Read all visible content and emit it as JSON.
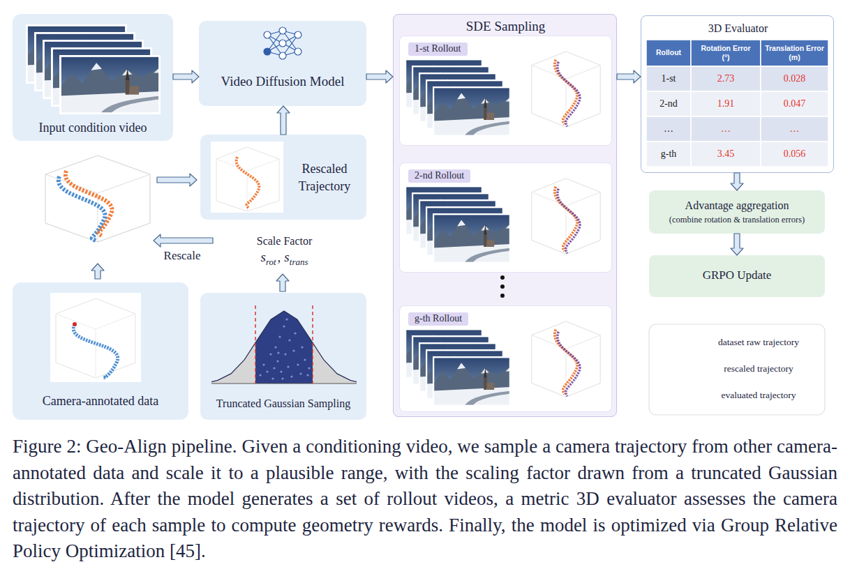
{
  "diagram": {
    "caption": "Figure 2: Geo-Align pipeline. Given a conditioning video, we sample a camera trajectory from other camera-annotated data and scale it to a plausible range, with the scaling factor drawn from a truncated Gaussian distribution. After the model generates a set of rollout videos, a metric 3D evaluator assesses the camera trajectory of each sample to compute geometry rewards. Finally, the model is optimized via Group Relative Policy Optimization [45].",
    "nodes": [
      {
        "text": [
          "Input condition video"
        ]
      },
      {
        "text": [
          "Video Diffusion Model"
        ]
      },
      {
        "text": [
          "Rescaled Trajectory"
        ]
      },
      {
        "text": [
          "Camera-annotated data"
        ]
      },
      {
        "text": [
          "Truncated Gaussian Sampling"
        ]
      },
      {
        "text": [
          "SDE Sampling"
        ]
      },
      {
        "text": [
          "1-st Rollout"
        ],
        "in": 5
      },
      {
        "text": [
          "2-nd Rollout"
        ],
        "in": 5
      },
      {
        "text": [
          "g-th Rollout"
        ],
        "in": 5
      },
      {
        "text": [
          "3D Evaluator"
        ]
      },
      {
        "text": [
          "Advantage aggregation",
          "(combine rotation & translation errors)"
        ]
      },
      {
        "text": [
          "GRPO Update"
        ]
      }
    ],
    "edges": [
      {
        "from": 0,
        "to": 1,
        "arrow": "to"
      },
      {
        "from": 2,
        "to": 1,
        "arrow": "to"
      },
      {
        "from": 1,
        "to": 5,
        "arrow": "to"
      },
      {
        "from": 5,
        "to": 9,
        "arrow": "to"
      },
      {
        "from": 9,
        "to": 10,
        "arrow": "to"
      },
      {
        "from": 10,
        "to": 11,
        "arrow": "to"
      }
    ],
    "labels": [
      "Scale Factor",
      "s",
      "rot",
      ",",
      "s",
      "trans",
      "Rescale",
      "Rollout",
      "Rotation Error (°)",
      "Translation Error (m)",
      "1-st",
      "2.73",
      "0.028",
      "2-nd",
      "1.91",
      "0.047",
      "…",
      "…",
      "…",
      "g-th",
      "3.45",
      "0.056"
    ],
    "legend": [
      {
        "text": "dataset raw trajectory"
      },
      {
        "text": "rescaled trajectory"
      },
      {
        "text": "evaluated trajectory"
      }
    ]
  }
}
